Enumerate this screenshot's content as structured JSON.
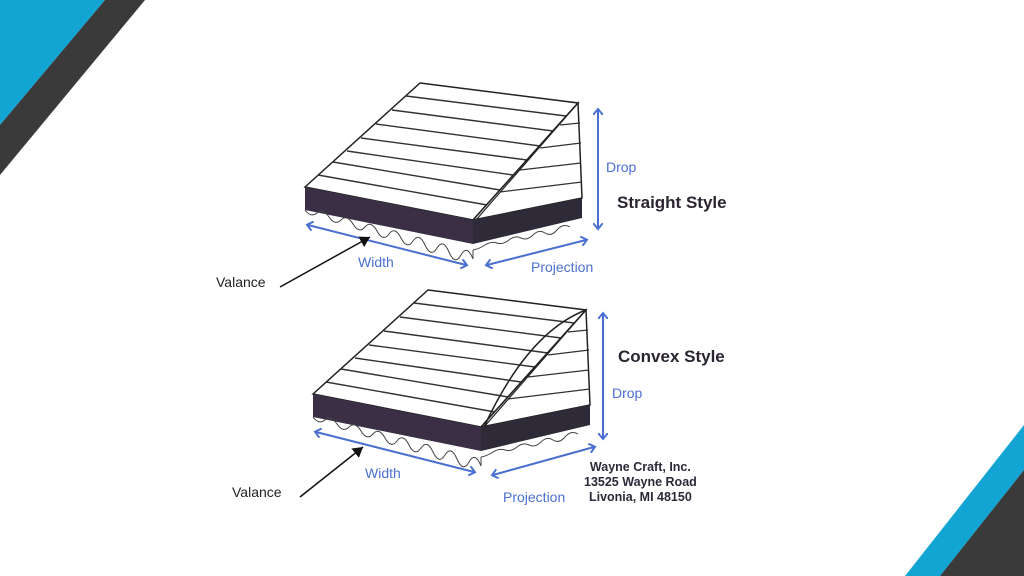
{
  "colors": {
    "accent_blue": "#12a5d4",
    "dark": "#3a3a3a",
    "dimension_blue": "#4a6fd0",
    "valance": "#3a2f45"
  },
  "top": {
    "style_label": "Straight Style",
    "drop": "Drop",
    "width": "Width",
    "projection": "Projection",
    "valance": "Valance"
  },
  "bottom": {
    "style_label": "Convex Style",
    "drop": "Drop",
    "width": "Width",
    "projection": "Projection",
    "valance": "Valance"
  },
  "address": {
    "line1": "Wayne Craft, Inc.",
    "line2": "13525 Wayne Road",
    "line3": "Livonia, MI  48150"
  }
}
